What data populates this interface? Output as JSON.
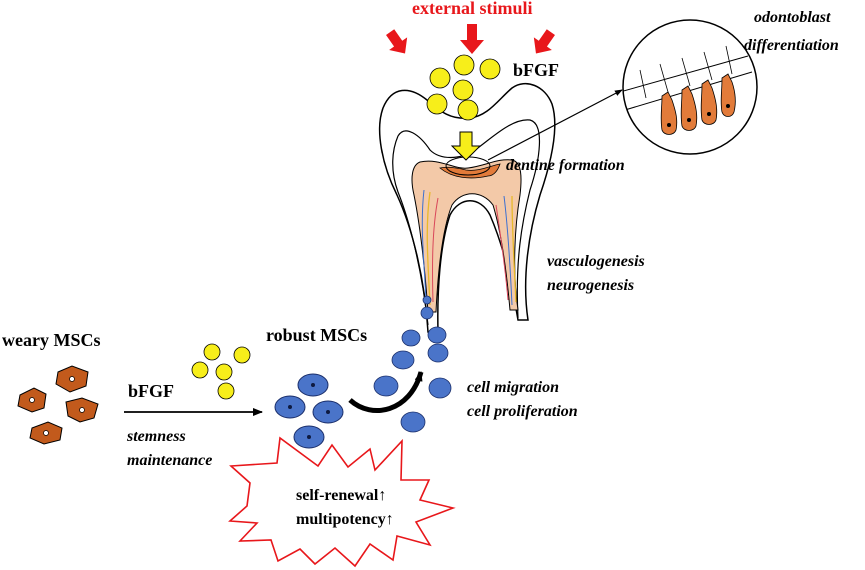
{
  "labels": {
    "external_stimuli": "external stimuli",
    "bfgf_top": "bFGF",
    "odontoblast_line1": "odontoblast",
    "odontoblast_line2": "differentiation",
    "dentine_formation": "dentine formation",
    "vasculogenesis": "vasculogenesis",
    "neurogenesis": "neurogenesis",
    "weary_mscs": "weary MSCs",
    "robust_mscs": "robust MSCs",
    "bfgf_left": "bFGF",
    "stemness": "stemness",
    "maintenance": "maintenance",
    "cell_migration": "cell migration",
    "cell_proliferation": "cell proliferation",
    "self_renewal": "self-renewal↑",
    "multipotency": "multipotency↑"
  },
  "colors": {
    "stimulus_red": "#e8171b",
    "bfgf_yellow": "#f7ee1a",
    "weary_cell_brown": "#c25a1c",
    "robust_cell_blue": "#4a74c9",
    "pulp_peach": "#f3c9a8",
    "odontoblast_orange": "#e27b3a"
  }
}
